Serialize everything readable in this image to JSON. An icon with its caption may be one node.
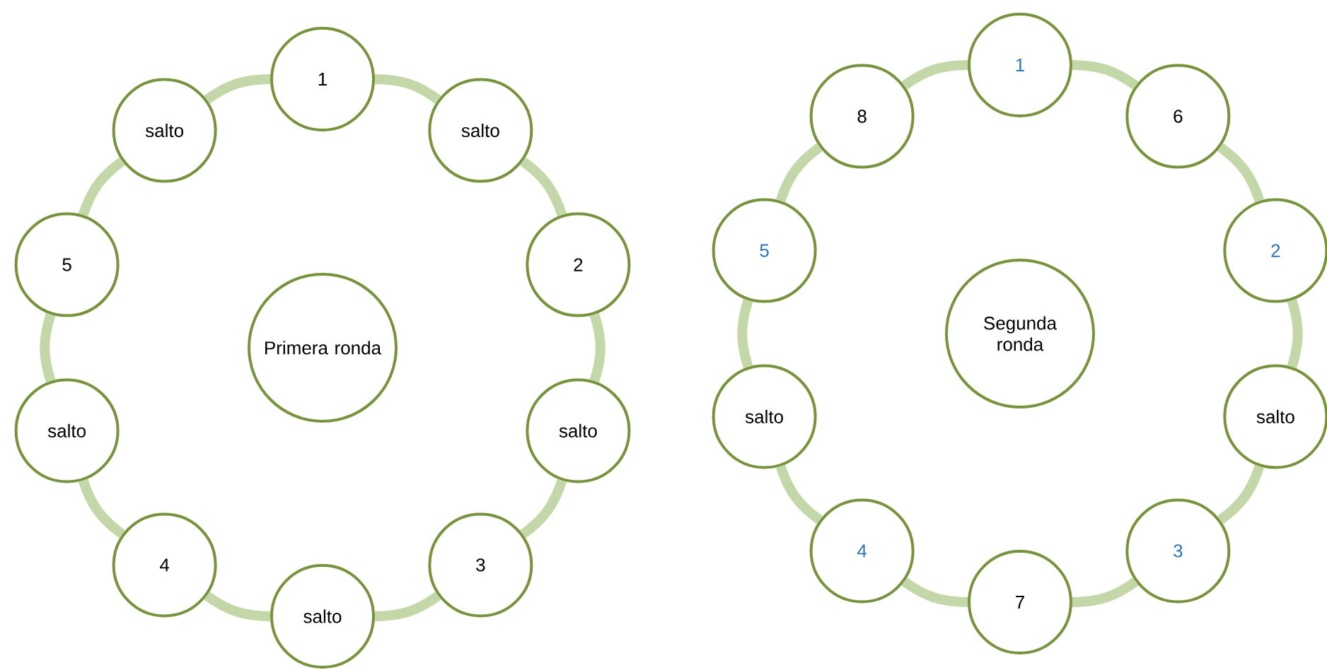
{
  "diagram": {
    "nodes": [
      {
        "text": [
          "Primera ronda"
        ]
      },
      {
        "text": [
          "1"
        ]
      },
      {
        "text": [
          "salto"
        ]
      },
      {
        "text": [
          "2"
        ]
      },
      {
        "text": [
          "salto"
        ]
      },
      {
        "text": [
          "3"
        ]
      },
      {
        "text": [
          "salto"
        ]
      },
      {
        "text": [
          "4"
        ]
      },
      {
        "text": [
          "salto"
        ]
      },
      {
        "text": [
          "5"
        ]
      },
      {
        "text": [
          "salto"
        ]
      },
      {
        "text": [
          "Segunda ronda"
        ]
      },
      {
        "text": [
          "1"
        ]
      },
      {
        "text": [
          "6"
        ]
      },
      {
        "text": [
          "2"
        ]
      },
      {
        "text": [
          "salto"
        ]
      },
      {
        "text": [
          "3"
        ]
      },
      {
        "text": [
          "7"
        ]
      },
      {
        "text": [
          "4"
        ]
      },
      {
        "text": [
          "salto"
        ]
      },
      {
        "text": [
          "5"
        ]
      },
      {
        "text": [
          "8"
        ]
      }
    ],
    "edges": [
      {
        "from": 1,
        "to": 2,
        "arrow": "none"
      },
      {
        "from": 2,
        "to": 3,
        "arrow": "none"
      },
      {
        "from": 3,
        "to": 4,
        "arrow": "none"
      },
      {
        "from": 4,
        "to": 5,
        "arrow": "none"
      },
      {
        "from": 5,
        "to": 6,
        "arrow": "none"
      },
      {
        "from": 6,
        "to": 7,
        "arrow": "none"
      },
      {
        "from": 7,
        "to": 8,
        "arrow": "none"
      },
      {
        "from": 8,
        "to": 9,
        "arrow": "none"
      },
      {
        "from": 9,
        "to": 10,
        "arrow": "none"
      },
      {
        "from": 10,
        "to": 1,
        "arrow": "none"
      },
      {
        "from": 12,
        "to": 13,
        "arrow": "none"
      },
      {
        "from": 13,
        "to": 14,
        "arrow": "none"
      },
      {
        "from": 14,
        "to": 15,
        "arrow": "none"
      },
      {
        "from": 15,
        "to": 16,
        "arrow": "none"
      },
      {
        "from": 16,
        "to": 17,
        "arrow": "none"
      },
      {
        "from": 17,
        "to": 18,
        "arrow": "none"
      },
      {
        "from": 18,
        "to": 19,
        "arrow": "none"
      },
      {
        "from": 19,
        "to": 20,
        "arrow": "none"
      },
      {
        "from": 20,
        "to": 21,
        "arrow": "none"
      },
      {
        "from": 21,
        "to": 12,
        "arrow": "none"
      }
    ]
  }
}
